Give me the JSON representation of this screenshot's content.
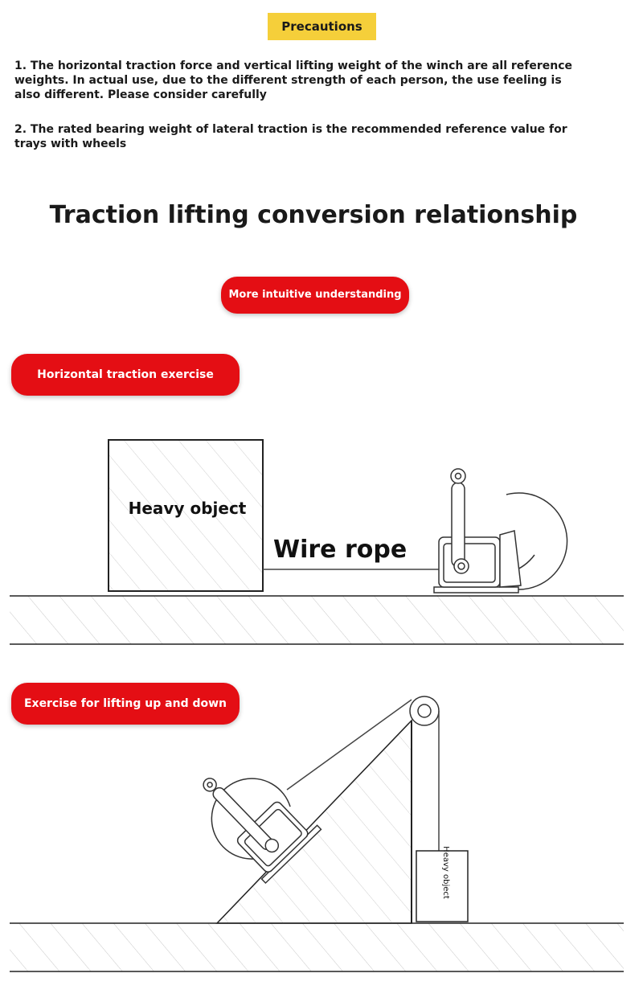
{
  "precautions": {
    "title": "Precautions",
    "notes": [
      "1. The horizontal traction force and vertical lifting weight of the winch are all reference weights. In actual use, due to the different strength of each person, the use feeling is also different. Please consider carefully",
      "2. The rated bearing weight of lateral traction is the recommended reference value for trays with wheels"
    ]
  },
  "heading": "Traction lifting conversion relationship",
  "intuitive_label": "More intuitive understanding",
  "horizontal": {
    "label": "Horizontal traction exercise",
    "heavy_object": "Heavy object",
    "wire_rope": "Wire rope"
  },
  "lifting": {
    "label": "Exercise for lifting up and down",
    "heavy_object": "Heavy object"
  },
  "colors": {
    "accent_red": "#e40e14",
    "accent_yellow": "#f5cf3a"
  },
  "icons": [
    "winch-icon",
    "pulley-icon"
  ]
}
